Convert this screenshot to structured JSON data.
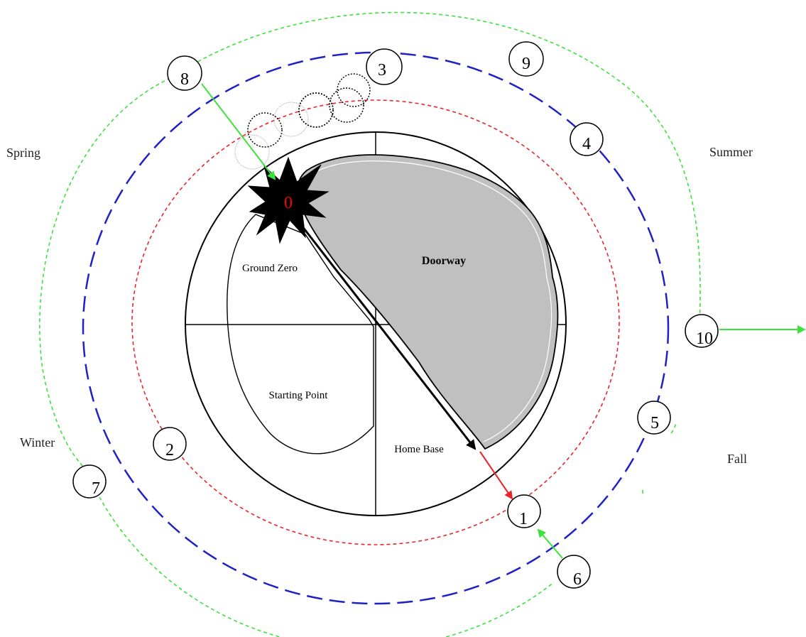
{
  "seasons": {
    "spring": "Spring",
    "summer": "Summer",
    "winter": "Winter",
    "fall": "Fall"
  },
  "regions": {
    "doorway": "Doorway",
    "ground_zero": "Ground Zero",
    "starting_point": "Starting Point",
    "home_base": "Home Base"
  },
  "markers": [
    "0",
    "1",
    "2",
    "3",
    "4",
    "5",
    "6",
    "7",
    "8",
    "9",
    "10"
  ],
  "colors": {
    "inner_orbit": "#e8262b",
    "middle_orbit": "#1f21c4",
    "outer_orbit": "#3de23d",
    "doorway_fill": "#c0c0c0",
    "burst": "#000000",
    "burst_label": "#ff0000"
  }
}
